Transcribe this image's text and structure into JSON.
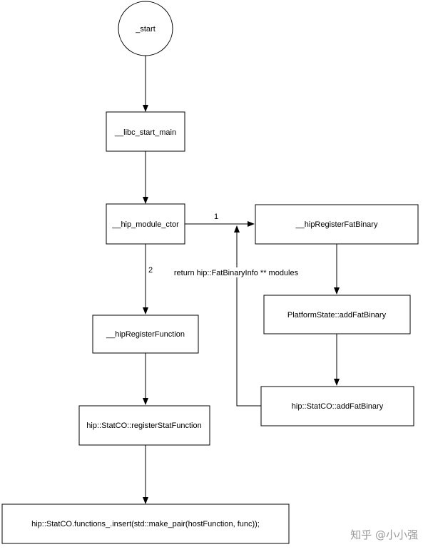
{
  "nodes": {
    "start": "_start",
    "libc_start_main": "__libc_start_main",
    "hip_module_ctor": "__hip_module_ctor",
    "hipRegisterFatBinary": "__hipRegisterFatBinary",
    "addFatBinary_platform": "PlatformState::addFatBinary",
    "addFatBinary_statco": "hip::StatCO::addFatBinary",
    "hipRegisterFunction": "__hipRegisterFunction",
    "registerStatFunction": "hip::StatCO::registerStatFunction",
    "functions_insert": "hip::StatCO.functions_.insert(std::make_pair(hostFunction, func));"
  },
  "edges": {
    "label_1": "1",
    "label_2": "2",
    "return_label": "return hip::FatBinaryInfo ** modules"
  },
  "watermark": "知乎 @小小强"
}
